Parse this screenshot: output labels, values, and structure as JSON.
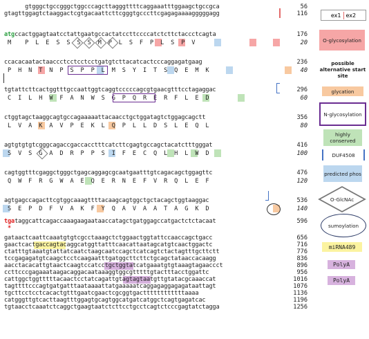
{
  "rows": [
    {
      "nt": "      gtgggctgccgggctggcccagcttagggttttcaggaaatttggaagctgccgca",
      "num": "56"
    },
    {
      "nt": "gtagttggagtctaaggactcgtgacaattcttcgggtgcccttcgagagaaaagggggagg",
      "num": "116"
    },
    {
      "nt": "   ccactggagtaatcctattgaatgccactatccttccccatctcttctaccctcagta",
      "num": "176",
      "prefix": "atg"
    },
    {
      "aa": " M    P  L  E  S  S  S  S  M  P  L  S  F  P  L  S  P  V",
      "aanum": "20"
    },
    {
      "nt": "ccacacaatactaaccctcctcctcctgatgtcttacatcactcccaggagatgaag",
      "num": "236"
    },
    {
      "aa": " P  H  N  T  N  P  S  P  P  L  M  S  Y  I  T  S  Q  E  M  K",
      "aanum": "40"
    },
    {
      "nt": "tgtattcttcactggtttgccaattggtcaggtcccccagcgtgaacgtttcctagaggac",
      "num": "296"
    },
    {
      "aa": " C  I  L  H  W  F  A  N  W  S  G  P  Q  R  E  R  F  L  E  D",
      "aanum": "60"
    },
    {
      "nt": "ctggtagctaaggcagtgccagaaaaattacaacctgctggatagtctggagcagctt",
      "num": "356"
    },
    {
      "aa": " L  V  A  K  A  V  P  E  K  L  Q  P  L  L  D  S  L  E  Q  L",
      "aanum": "80"
    },
    {
      "nt": "agtgtgtgtcgggcagaccgaccacctttcatcttcgagtgccagctacatctttgggat",
      "num": "416"
    },
    {
      "aa": " S  V  S  G  A  D  R  P  P  S  I  F  E  C  Q  L  H  L  W  D",
      "aanum": "100"
    },
    {
      "nt": "cagtggtttcgaggctgggctgagcaggagcgcaatgaatttgtcagacagctggagttc",
      "num": "476"
    },
    {
      "aa": " Q  W  F  R  G  W  A  E  Q  E  R  N  E  F  V  R  Q  L  E  F",
      "aanum": "120"
    },
    {
      "nt": "agtgagccagacttcgtggcaaagttttacaagcagtggctgctacagctggtaaggac",
      "num": "536"
    },
    {
      "aa": " S  E  P  D  F  V  A  K  F  Y  Q  A  V  A  A  T  A  G  K  D",
      "aanum": "140"
    },
    {
      "nt": "   taggcattcagaccaaagaagaataaccatagctgatggagccatgactctctacaat",
      "num": "596",
      "prefix": "tga"
    },
    {
      "aa": " *",
      "aanum": ""
    },
    {
      "nt": "gataactcaattcaaatgtgtcgcctaaagctctggaactggtattccaaccagctgacc",
      "num": "656"
    },
    {
      "nt": "gaactcactgaccagtacaggcatggttatttcaacattaatagcatgtcaactggactc",
      "num": "716"
    },
    {
      "nt": "ctatttgtaaatgtattatcaatctaagcaatccagctcatcagtctactagtttgcttctt",
      "num": "776"
    },
    {
      "nt": "tccgagagatgtcaagctcctcaagaatttgatggcttcttctgcagctataaccacaagg",
      "num": "836"
    },
    {
      "nt": "aacctacacattgtaactcaagtccatcctgctggtatcatgaaatgtgtaaagtagaaccct",
      "num": "896"
    },
    {
      "nt": "ccttcccgagaaataagacaggacaataaaggtggcgtttttgtactttacctggattc",
      "num": "956"
    },
    {
      "nt": "cattggctggtttttacaactcctatcagattgtagtagtaatgttgtatacgcaaaccat",
      "num": "1016"
    },
    {
      "nt": "tagttttcccagtgatgatttaataaaattatgaaaaatcaggagaggagagataattagt",
      "num": "1076"
    },
    {
      "nt": "tgcttcctcctcacactgtttgaatcgaactcgcggtgacttttttttttttaaaa",
      "num": "1136"
    },
    {
      "nt": "catgggttgtcacttaagtttggagtgcagtggcatgatcatggctcagtgagatcac",
      "num": "1196"
    },
    {
      "nt": "tgtaacctcaaatctcaggctgaagtaatctcttcctgcctcagtctcccgagtatctagga",
      "num": "1256"
    }
  ],
  "legend": {
    "ex1": "ex1",
    "ex2": "ex2",
    "o_glyc": "O-glycosylation",
    "alt_start": "possible alternative start site",
    "glycation": "glycation",
    "n_glyc": "N-glycosylation",
    "highly_conserved": "highly conserved",
    "duf": "DUF4508",
    "predicted_phos": "predicted phos",
    "o_glcnac": "O-GlcNAc",
    "sumoylation": "sumoylation",
    "mirna": "miRNA489",
    "polya1": "PolyA",
    "polya2": "PolyA"
  },
  "colors": {
    "orange": "#f8c9a0",
    "blue": "#bcd7ef",
    "green": "#bfe3b8",
    "pink": "#f6a6a6",
    "yellow": "#fbf3a0",
    "purple": "#d7b2de",
    "purple_border": "#6a2c91",
    "start_green": "#2ea043",
    "stop_red": "#e02020"
  }
}
